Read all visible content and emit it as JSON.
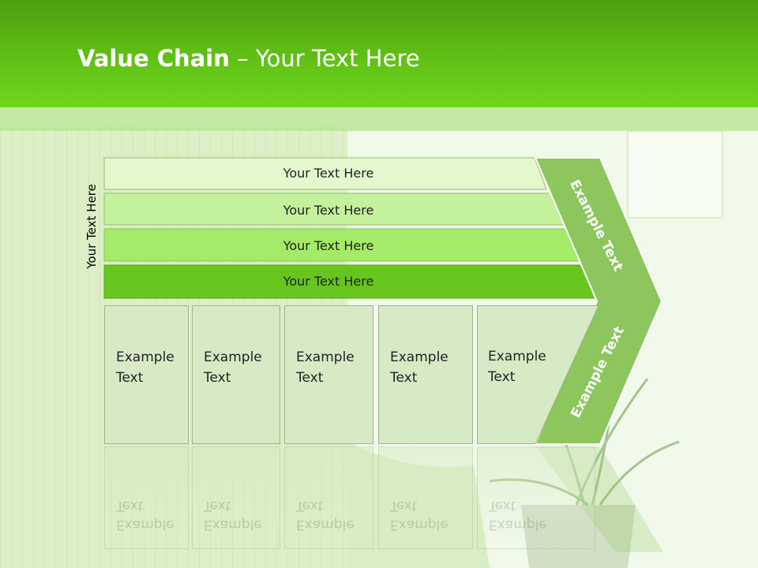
{
  "header": {
    "title_bold": "Value Chain",
    "title_rest": " – Your Text Here"
  },
  "side_label": "Your Text Here",
  "bars": [
    {
      "label": "Your Text Here",
      "color": "#e3f8cd"
    },
    {
      "label": "Your Text Here",
      "color": "#c4f19c"
    },
    {
      "label": "Your Text Here",
      "color": "#a3eb68"
    },
    {
      "label": "Your Text Here",
      "color": "#67c61e"
    }
  ],
  "chevron": {
    "top_label": "Example Text",
    "bottom_label": "Example Text",
    "color": "#8cc65c"
  },
  "boxes": [
    {
      "line1": "Example",
      "line2": "Text"
    },
    {
      "line1": "Example",
      "line2": "Text"
    },
    {
      "line1": "Example",
      "line2": "Text"
    },
    {
      "line1": "Example",
      "line2": "Text"
    },
    {
      "line1": "Example",
      "line2": "Text"
    }
  ]
}
